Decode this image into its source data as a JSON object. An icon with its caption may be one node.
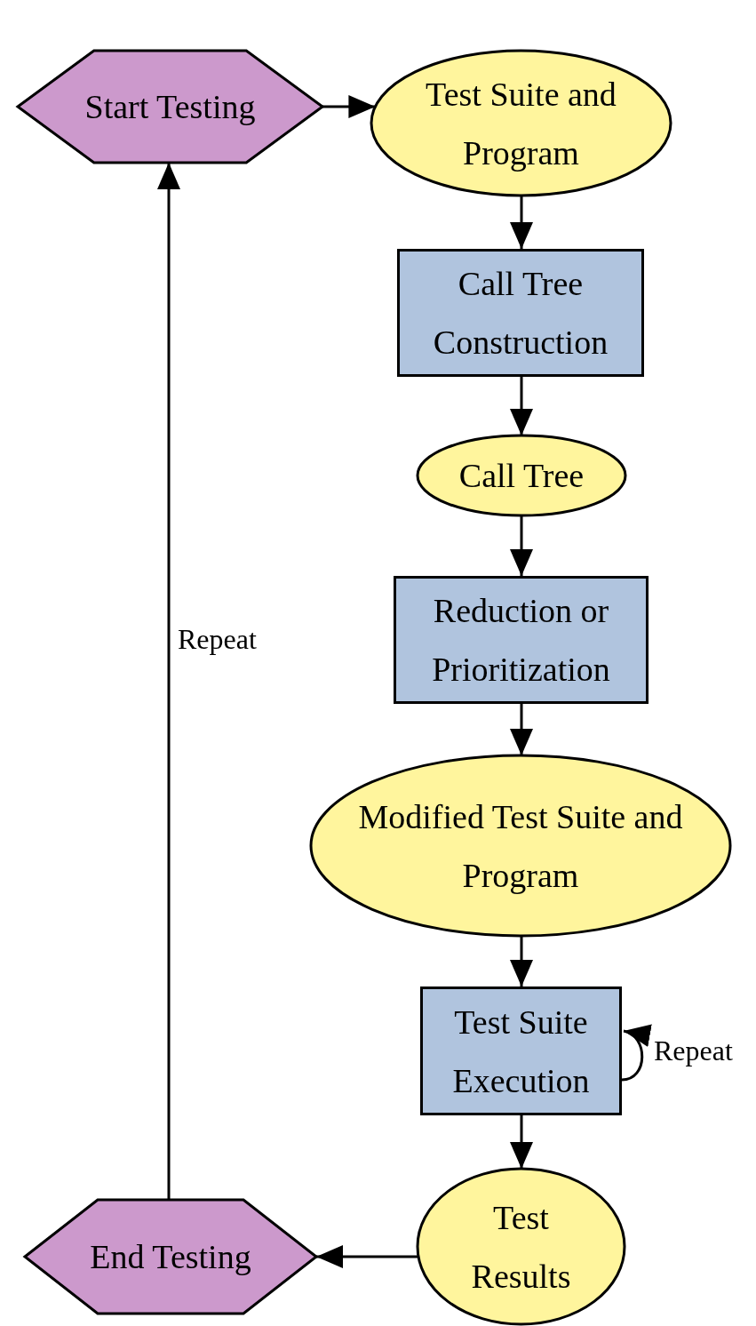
{
  "diagram": {
    "nodes": [
      {
        "text": [
          "Start Testing"
        ]
      },
      {
        "text": [
          "Test Suite and Program"
        ]
      },
      {
        "text": [
          "Call Tree Construction"
        ]
      },
      {
        "text": [
          "Call Tree"
        ]
      },
      {
        "text": [
          "Reduction or Prioritization"
        ]
      },
      {
        "text": [
          "Modified Test Suite and Program"
        ]
      },
      {
        "text": [
          "Test Suite Execution"
        ]
      },
      {
        "text": [
          "Test Results"
        ]
      },
      {
        "text": [
          "End Testing"
        ]
      }
    ],
    "edges": [
      {
        "from": 0,
        "to": 1,
        "arrow": "to"
      },
      {
        "from": 1,
        "to": 2,
        "arrow": "to"
      },
      {
        "from": 2,
        "to": 3,
        "arrow": "to"
      },
      {
        "from": 3,
        "to": 4,
        "arrow": "to"
      },
      {
        "from": 4,
        "to": 5,
        "arrow": "to"
      },
      {
        "from": 5,
        "to": 6,
        "arrow": "to"
      },
      {
        "from": 6,
        "to": 6,
        "arrow": "to",
        "label": "Repeat"
      },
      {
        "from": 6,
        "to": 7,
        "arrow": "to"
      },
      {
        "from": 7,
        "to": 8,
        "arrow": "to"
      },
      {
        "from": 8,
        "to": 0,
        "arrow": "to",
        "label": "Repeat"
      }
    ]
  }
}
